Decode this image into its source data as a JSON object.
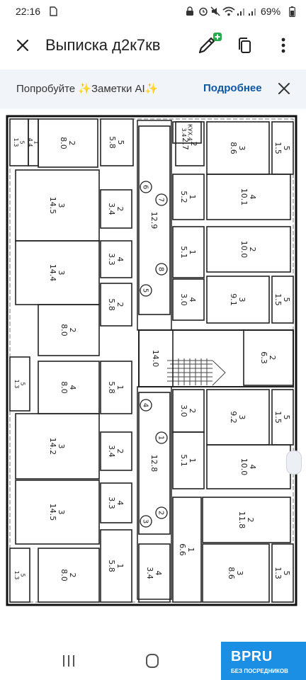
{
  "status": {
    "time": "22:16",
    "battery": "69%"
  },
  "toolbar": {
    "title": "Выписка д2к7кв"
  },
  "banner": {
    "text": "Попробуйте ✨Заметки AI✨",
    "link": "Подробнее"
  },
  "plan": {
    "rooms": [
      {
        "n": "5",
        "a": "1.3"
      },
      {
        "n": "1",
        "a": "4.4"
      },
      {
        "n": "2",
        "a": "8.0"
      },
      {
        "n": "5",
        "a": "5.8"
      },
      {
        "n": "3",
        "a": "14.5"
      },
      {
        "n": "2",
        "a": "3.4"
      },
      {
        "n": "3",
        "a": "14.4"
      },
      {
        "n": "4",
        "a": "3.3"
      },
      {
        "n": "2",
        "a": "5.8"
      },
      {
        "n": "2",
        "a": "8.0"
      },
      {
        "n": "5",
        "a": "1.3"
      },
      {
        "n": "4",
        "a": "8.0"
      },
      {
        "n": "1",
        "a": "5.8"
      },
      {
        "n": "3",
        "a": "14.2"
      },
      {
        "n": "2",
        "a": "3.4"
      },
      {
        "n": "3",
        "a": "14.5"
      },
      {
        "n": "4",
        "a": "3.3"
      },
      {
        "n": "5",
        "a": "1.3"
      },
      {
        "n": "2",
        "a": "8.0"
      },
      {
        "n": "1",
        "a": "5.8"
      },
      {
        "n": "4",
        "a": "3.4"
      },
      {
        "n": "КУХ.4",
        "a": "3.4"
      },
      {
        "n": "2",
        "a": "2.7"
      },
      {
        "n": "3",
        "a": "8.6"
      },
      {
        "n": "5",
        "a": "1.5"
      },
      {
        "n": "1",
        "a": "5.2"
      },
      {
        "n": "4",
        "a": "10.1"
      },
      {
        "n": "1",
        "a": "5.1"
      },
      {
        "n": "2",
        "a": "10.0"
      },
      {
        "n": "4",
        "a": "3.0"
      },
      {
        "n": "3",
        "a": "9.1"
      },
      {
        "n": "5",
        "a": "1.5"
      },
      {
        "n": "2",
        "a": "6.3"
      },
      {
        "n": "2",
        "a": "3.0"
      },
      {
        "n": "3",
        "a": "9.2"
      },
      {
        "n": "5",
        "a": "1.5"
      },
      {
        "n": "1",
        "a": "5.1"
      },
      {
        "n": "4",
        "a": "10.0"
      },
      {
        "n": "2",
        "a": "11.8"
      },
      {
        "n": "1",
        "a": "6.6"
      },
      {
        "n": "3",
        "a": "8.6"
      },
      {
        "n": "5",
        "a": "1.3"
      },
      {
        "n": "",
        "a": "12.9"
      },
      {
        "n": "",
        "a": "14.0"
      },
      {
        "n": "",
        "a": "12.8"
      }
    ],
    "corridor_marks": [
      "6",
      "7",
      "8",
      "5",
      "4",
      "1",
      "2",
      "3"
    ]
  },
  "nav": {
    "brand": "BPRU",
    "brand_sub": "БЕЗ ПОСРЕДНИКОВ"
  }
}
